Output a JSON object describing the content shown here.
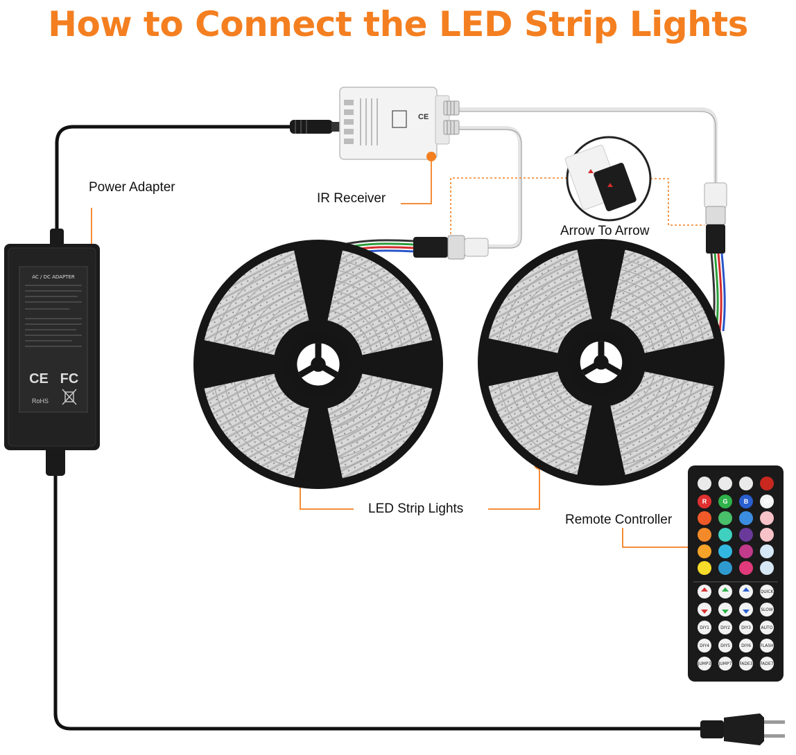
{
  "title": "How to Connect the LED Strip Lights",
  "labels": {
    "power_adapter": "Power Adapter",
    "ir_receiver": "IR Receiver",
    "arrow_to_arrow": "Arrow To Arrow",
    "led_strip_lights": "LED Strip Lights",
    "remote_controller": "Remote Controller"
  },
  "adapter": {
    "top_text": "AC / DC ADAPTER",
    "ce_mark": "CE",
    "fc_mark": "FC",
    "rohs_mark": "RoHS"
  },
  "control_box": {
    "ce_mark": "CE"
  },
  "remote": {
    "color_keys": [
      "R",
      "G",
      "B",
      "W"
    ],
    "function_keys": [
      "QUICK",
      "SLOW",
      "DIY1",
      "DIY2",
      "DIY3",
      "AUTO",
      "DIY4",
      "DIY5",
      "DIY6",
      "FLASH",
      "JUMP3",
      "JUMP7",
      "FADE3",
      "FADE7"
    ]
  },
  "colors": {
    "title": "#f47f20",
    "callout": "#f47f20",
    "cable": "#111111",
    "reel": "#161616"
  }
}
